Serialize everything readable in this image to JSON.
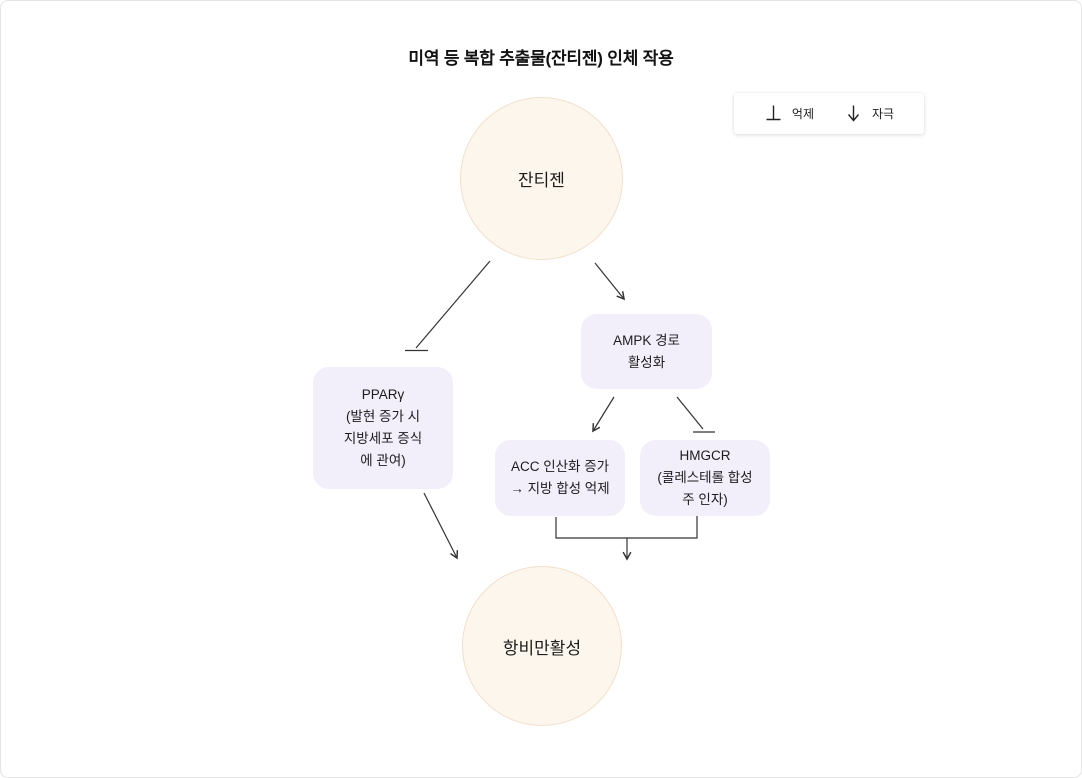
{
  "title": "미역 등 복합 추출물(잔티젠) 인체 작용",
  "legend": {
    "items": [
      {
        "icon": "t-bar-icon",
        "label": "억제"
      },
      {
        "icon": "down-arrow-icon",
        "label": "자극"
      }
    ]
  },
  "nodes": {
    "xanthigen": {
      "label": "잔티젠",
      "shape": "circle"
    },
    "ppar": {
      "label": "PPARγ\n(발현 증가 시\n지방세포 증식\n에 관여)",
      "shape": "rounded-box"
    },
    "ampk": {
      "label": "AMPK 경로\n활성화",
      "shape": "rounded-box"
    },
    "acc": {
      "label": "ACC 인산화 증가\n→ 지방 합성 억제",
      "shape": "rounded-box"
    },
    "hmgcr": {
      "label": "HMGCR\n(콜레스테롤 합성\n주 인자)",
      "shape": "rounded-box"
    },
    "antiobesity": {
      "label": "항비만활성",
      "shape": "circle"
    }
  },
  "edges": [
    {
      "from": "xanthigen",
      "to": "ppar",
      "type": "inhibit"
    },
    {
      "from": "xanthigen",
      "to": "ampk",
      "type": "stimulate"
    },
    {
      "from": "ampk",
      "to": "acc",
      "type": "stimulate"
    },
    {
      "from": "ampk",
      "to": "hmgcr",
      "type": "inhibit"
    },
    {
      "from": "ppar",
      "to": "antiobesity",
      "type": "stimulate"
    },
    {
      "from": "acc",
      "to": "antiobesity",
      "type": "stimulate",
      "merged_with": "hmgcr"
    }
  ],
  "colors": {
    "box_fill": "#F2EEFA",
    "circle_fill": "#FDF6ED",
    "circle_border": "#F2DFCC",
    "line": "#333333",
    "text": "#1C1C1C",
    "page_border": "#E4E4E4"
  }
}
